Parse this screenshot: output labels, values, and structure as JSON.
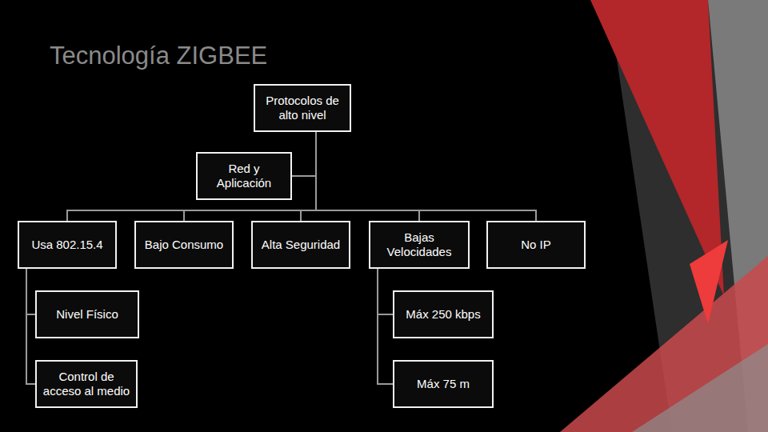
{
  "diagram": {
    "title": "Tecnología ZIGBEE",
    "nodes": [
      {
        "text": [
          "Protocolos de alto nivel"
        ]
      },
      {
        "text": [
          "Red y Aplicación"
        ]
      },
      {
        "text": [
          "Usa 802.15.4"
        ]
      },
      {
        "text": [
          "Bajo Consumo"
        ]
      },
      {
        "text": [
          "Alta Seguridad"
        ]
      },
      {
        "text": [
          "Bajas Velocidades"
        ]
      },
      {
        "text": [
          "No IP"
        ]
      },
      {
        "text": [
          "Nivel Físico"
        ]
      },
      {
        "text": [
          "Control de acceso al medio"
        ]
      },
      {
        "text": [
          "Máx 250 kbps"
        ]
      },
      {
        "text": [
          "Máx 75 m"
        ]
      }
    ],
    "edges": [
      {
        "from": 0,
        "to": 1,
        "arrow": "none"
      },
      {
        "from": 0,
        "to": 2,
        "arrow": "none"
      },
      {
        "from": 0,
        "to": 3,
        "arrow": "none"
      },
      {
        "from": 0,
        "to": 4,
        "arrow": "none"
      },
      {
        "from": 0,
        "to": 5,
        "arrow": "none"
      },
      {
        "from": 0,
        "to": 6,
        "arrow": "none"
      },
      {
        "from": 2,
        "to": 7,
        "arrow": "none"
      },
      {
        "from": 2,
        "to": 8,
        "arrow": "none"
      },
      {
        "from": 5,
        "to": 9,
        "arrow": "none"
      },
      {
        "from": 5,
        "to": 10,
        "arrow": "none"
      }
    ]
  }
}
